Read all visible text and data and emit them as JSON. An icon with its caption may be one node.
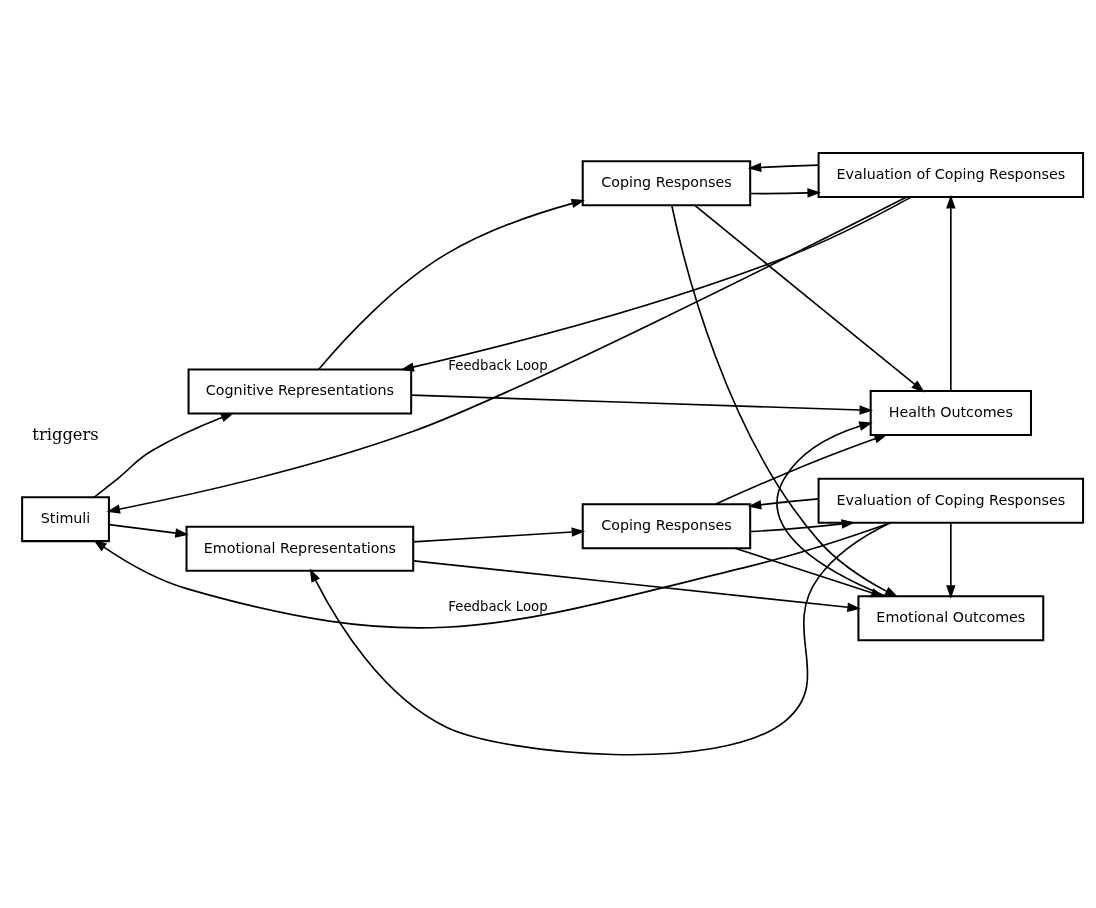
{
  "diagram": {
    "nodes": [
      {
        "text": [
          "Stimuli"
        ]
      },
      {
        "text": [
          "Cognitive Representations"
        ]
      },
      {
        "text": [
          "Emotional Representations"
        ]
      },
      {
        "text": [
          "Coping Responses"
        ]
      },
      {
        "text": [
          "Coping Responses"
        ]
      },
      {
        "text": [
          "Evaluation of Coping Responses"
        ]
      },
      {
        "text": [
          "Health Outcomes"
        ]
      },
      {
        "text": [
          "Emotional Outcomes"
        ]
      },
      {
        "text": [
          "Evaluation of Coping Responses"
        ]
      }
    ],
    "edges": [
      {
        "from": 0,
        "to": 1,
        "arrow": "to"
      },
      {
        "from": 0,
        "to": 2,
        "arrow": "to"
      },
      {
        "from": 1,
        "to": 3,
        "arrow": "to"
      },
      {
        "from": 1,
        "to": 6,
        "arrow": "to"
      },
      {
        "from": 2,
        "to": 4,
        "arrow": "to"
      },
      {
        "from": 2,
        "to": 7,
        "arrow": "to"
      },
      {
        "from": 3,
        "to": 5,
        "arrow": "to"
      },
      {
        "from": 3,
        "to": 6,
        "arrow": "to"
      },
      {
        "from": 3,
        "to": 7,
        "arrow": "to"
      },
      {
        "from": 4,
        "to": 6,
        "arrow": "to"
      },
      {
        "from": 4,
        "to": 7,
        "arrow": "to"
      },
      {
        "from": 4,
        "to": 8,
        "arrow": "to"
      },
      {
        "from": 6,
        "to": 5,
        "arrow": "to"
      },
      {
        "from": 7,
        "to": 6,
        "arrow": "to"
      },
      {
        "from": 8,
        "to": 7,
        "arrow": "to"
      },
      {
        "from": 5,
        "to": 0,
        "arrow": "to",
        "label": "Feedback Loop"
      },
      {
        "from": 5,
        "to": 1,
        "arrow": "to"
      },
      {
        "from": 5,
        "to": 3,
        "arrow": "to"
      },
      {
        "from": 8,
        "to": 0,
        "arrow": "to",
        "label": "Feedback Loop"
      },
      {
        "from": 8,
        "to": 2,
        "arrow": "to"
      },
      {
        "from": 8,
        "to": 4,
        "arrow": "to"
      }
    ],
    "labels": [
      "triggers"
    ]
  }
}
